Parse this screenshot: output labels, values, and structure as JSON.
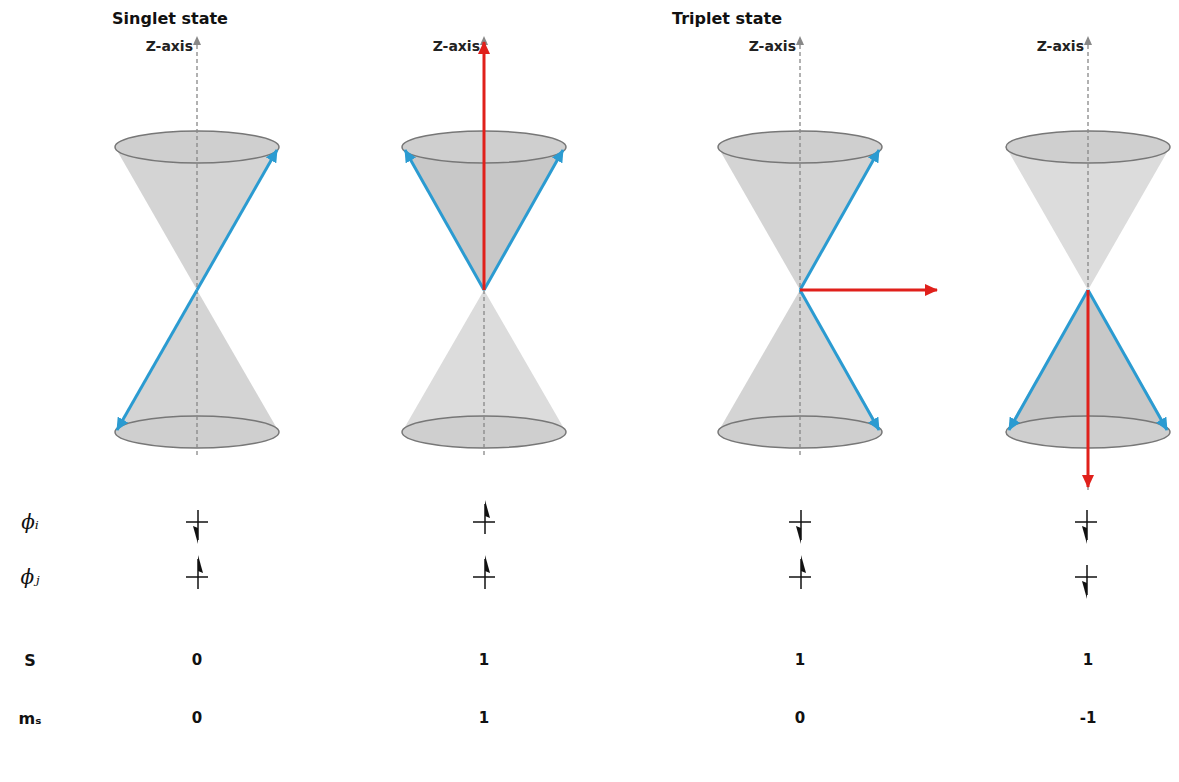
{
  "diagram": {
    "labels": [
      "Singlet state",
      "Triplet state",
      "Z-axis",
      "Z-axis",
      "Z-axis",
      "Z-axis",
      "ϕᵢ",
      "ϕⱼ",
      "S",
      "0",
      "1",
      "1",
      "1",
      "mₛ",
      "0",
      "1",
      "0",
      "-1"
    ]
  }
}
